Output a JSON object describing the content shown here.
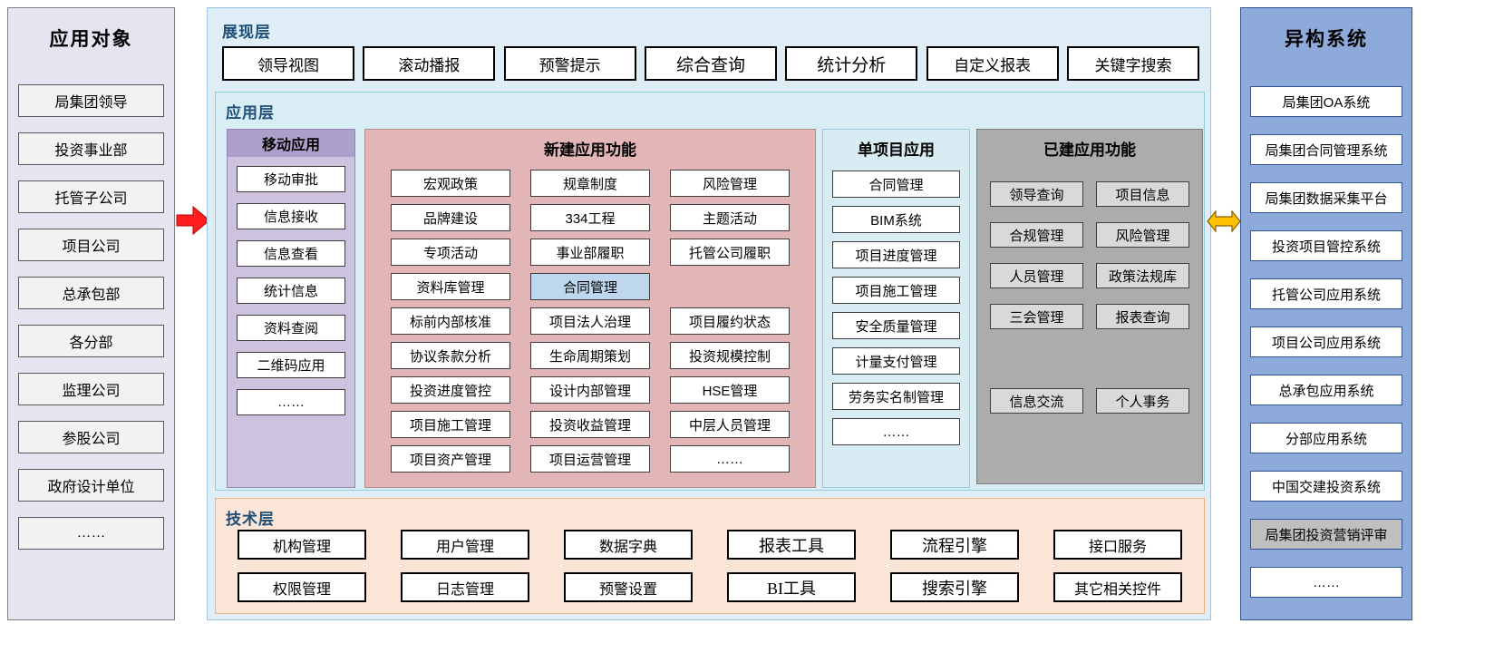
{
  "left_panel": {
    "title": "应用对象",
    "items": [
      "局集团领导",
      "投资事业部",
      "托管子公司",
      "项目公司",
      "总承包部",
      "各分部",
      "监理公司",
      "参股公司",
      "政府设计单位",
      "……"
    ]
  },
  "presentation_layer": {
    "label": "展现层",
    "items": [
      "领导视图",
      "滚动播报",
      "预警提示",
      {
        "label": "综合查询",
        "variant": "serif"
      },
      {
        "label": "统计分析",
        "variant": "serif"
      },
      "自定义报表",
      "关键字搜索"
    ]
  },
  "application_layer": {
    "label": "应用层",
    "mobile": {
      "title": "移动应用",
      "items": [
        "移动审批",
        "信息接收",
        "信息查看",
        "统计信息",
        "资料查阅",
        "二维码应用",
        "……"
      ]
    },
    "new_functions": {
      "title": "新建应用功能",
      "col1": [
        "宏观政策",
        "品牌建设",
        "专项活动",
        "资料库管理",
        "标前内部核准",
        "协议条款分析",
        "投资进度管控",
        "项目施工管理",
        "项目资产管理"
      ],
      "col2": [
        "规章制度",
        "334工程",
        "事业部履职",
        {
          "label": "合同管理",
          "variant": "highlight"
        },
        "项目法人治理",
        "生命周期策划",
        "设计内部管理",
        "投资收益管理",
        "项目运营管理"
      ],
      "col3": [
        "风险管理",
        "主题活动",
        "托管公司履职",
        "",
        "项目履约状态",
        "投资规模控制",
        "HSE管理",
        "中层人员管理",
        "……"
      ]
    },
    "single_project": {
      "title": "单项目应用",
      "items": [
        "合同管理",
        "BIM系统",
        "项目进度管理",
        "项目施工管理",
        "安全质量管理",
        "计量支付管理",
        "劳务实名制管理",
        "……"
      ]
    },
    "built_functions": {
      "title": "已建应用功能",
      "grid_items": [
        "领导查询",
        "项目信息",
        "合规管理",
        "风险管理",
        "人员管理",
        "政策法规库",
        "三会管理",
        "报表查询"
      ],
      "bottom_items": [
        "信息交流",
        "个人事务"
      ]
    }
  },
  "technology_layer": {
    "label": "技术层",
    "row1": [
      "机构管理",
      "用户管理",
      "数据字典",
      {
        "label": "报表工具",
        "variant": "serif"
      },
      {
        "label": "流程引擎",
        "variant": "serif"
      },
      "接口服务"
    ],
    "row2": [
      "权限管理",
      "日志管理",
      "预警设置",
      {
        "label": "BI工具",
        "variant": "serif"
      },
      {
        "label": "搜索引擎",
        "variant": "serif"
      },
      "其它相关控件"
    ]
  },
  "right_panel": {
    "title": "异构系统",
    "items": [
      "局集团OA系统",
      "局集团合同管理系统",
      "局集团数据采集平台",
      "投资项目管控系统",
      "托管公司应用系统",
      "项目公司应用系统",
      "总承包应用系统",
      "分部应用系统",
      "中国交建投资系统",
      {
        "label": "局集团投资营销评审",
        "variant": "gray"
      },
      "……"
    ]
  },
  "colors": {
    "highlight_box": "#BDD7EE",
    "gray_item": "#BFBFBF",
    "red_arrow": "#FF0000",
    "yellow_arrow": "#FFC000"
  }
}
